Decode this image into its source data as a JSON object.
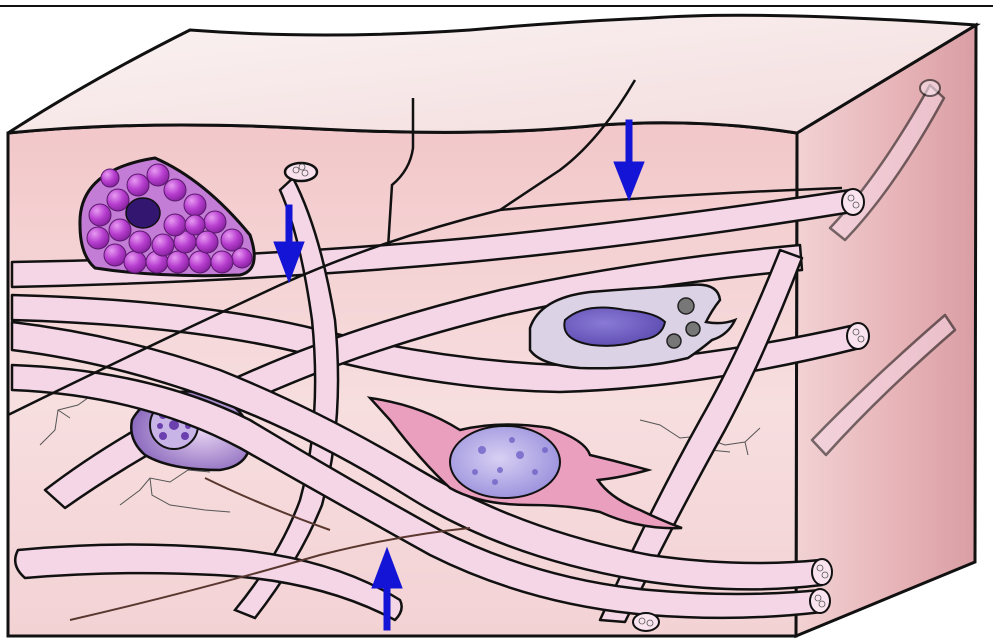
{
  "figure": {
    "subject": "tissue-block-3d",
    "colors": {
      "top_face": "#f6e9ea",
      "front_face": "#f1c9cb",
      "side_face": "#e9b8bb",
      "fiber_fill": "#f5d5e6",
      "fiber_stroke": "#1a1a1a",
      "arrow": "#1414d6",
      "mast_cell_granule": "#b93fd0",
      "mast_cell_nucleus": "#3a1c7a",
      "macrophage_body": "#d9cde4",
      "macrophage_nucleus": "#6e5fc0",
      "fibroblast_body": "#e79ab8",
      "fibroblast_nucleus": "#8b82d6",
      "plasma_cell_body": "#8f6fc2",
      "outline": "#111111"
    },
    "elements": {
      "arrows": [
        {
          "name": "arrow-down-top-center",
          "direction": "down"
        },
        {
          "name": "arrow-down-left",
          "direction": "down"
        },
        {
          "name": "arrow-up-bottom",
          "direction": "up"
        }
      ],
      "cells": [
        "mast-cell",
        "macrophage",
        "fibroblast",
        "plasma-cell"
      ]
    }
  }
}
